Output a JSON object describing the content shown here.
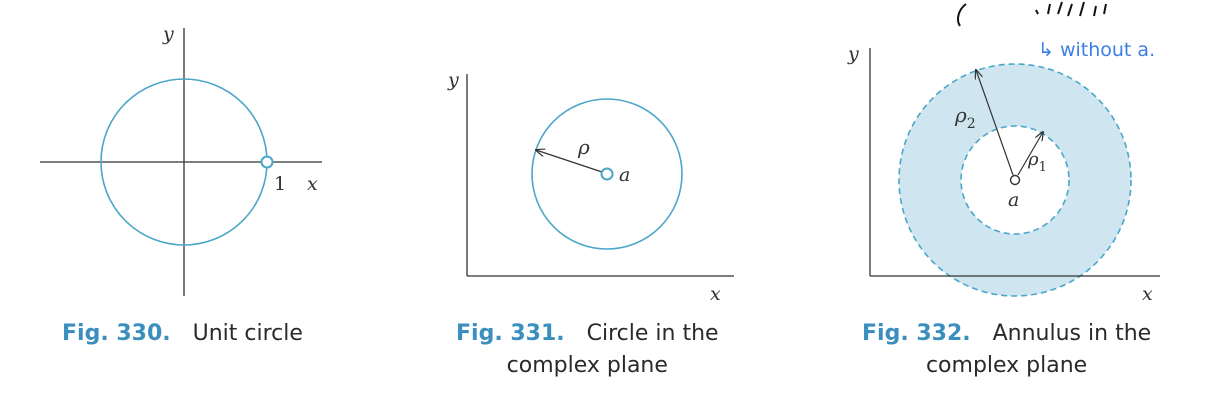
{
  "colors": {
    "accent": "#3a8fbf",
    "circle": "#4ba6c9",
    "annulus_fill": "#cfe6f1",
    "axis": "#333333",
    "handwriting": "#3d7ee6"
  },
  "fig330": {
    "y_label": "y",
    "x_label": "x",
    "one_label": "1",
    "caption_number": "Fig. 330.",
    "caption_text": "Unit circle"
  },
  "fig331": {
    "y_label": "y",
    "x_label": "x",
    "rho_label": "ρ",
    "center_label": "a",
    "caption_number": "Fig. 331.",
    "caption_line1": "Circle in the",
    "caption_line2": "complex plane"
  },
  "fig332": {
    "y_label": "y",
    "x_label": "x",
    "rho2_label": "ρ",
    "rho2_sub": "2",
    "rho1_label": "ρ",
    "rho1_sub": "1",
    "center_label": "a",
    "caption_number": "Fig. 332.",
    "caption_line1": "Annulus in the",
    "caption_line2": "complex plane"
  },
  "annotation": {
    "text": "↳ without a."
  }
}
